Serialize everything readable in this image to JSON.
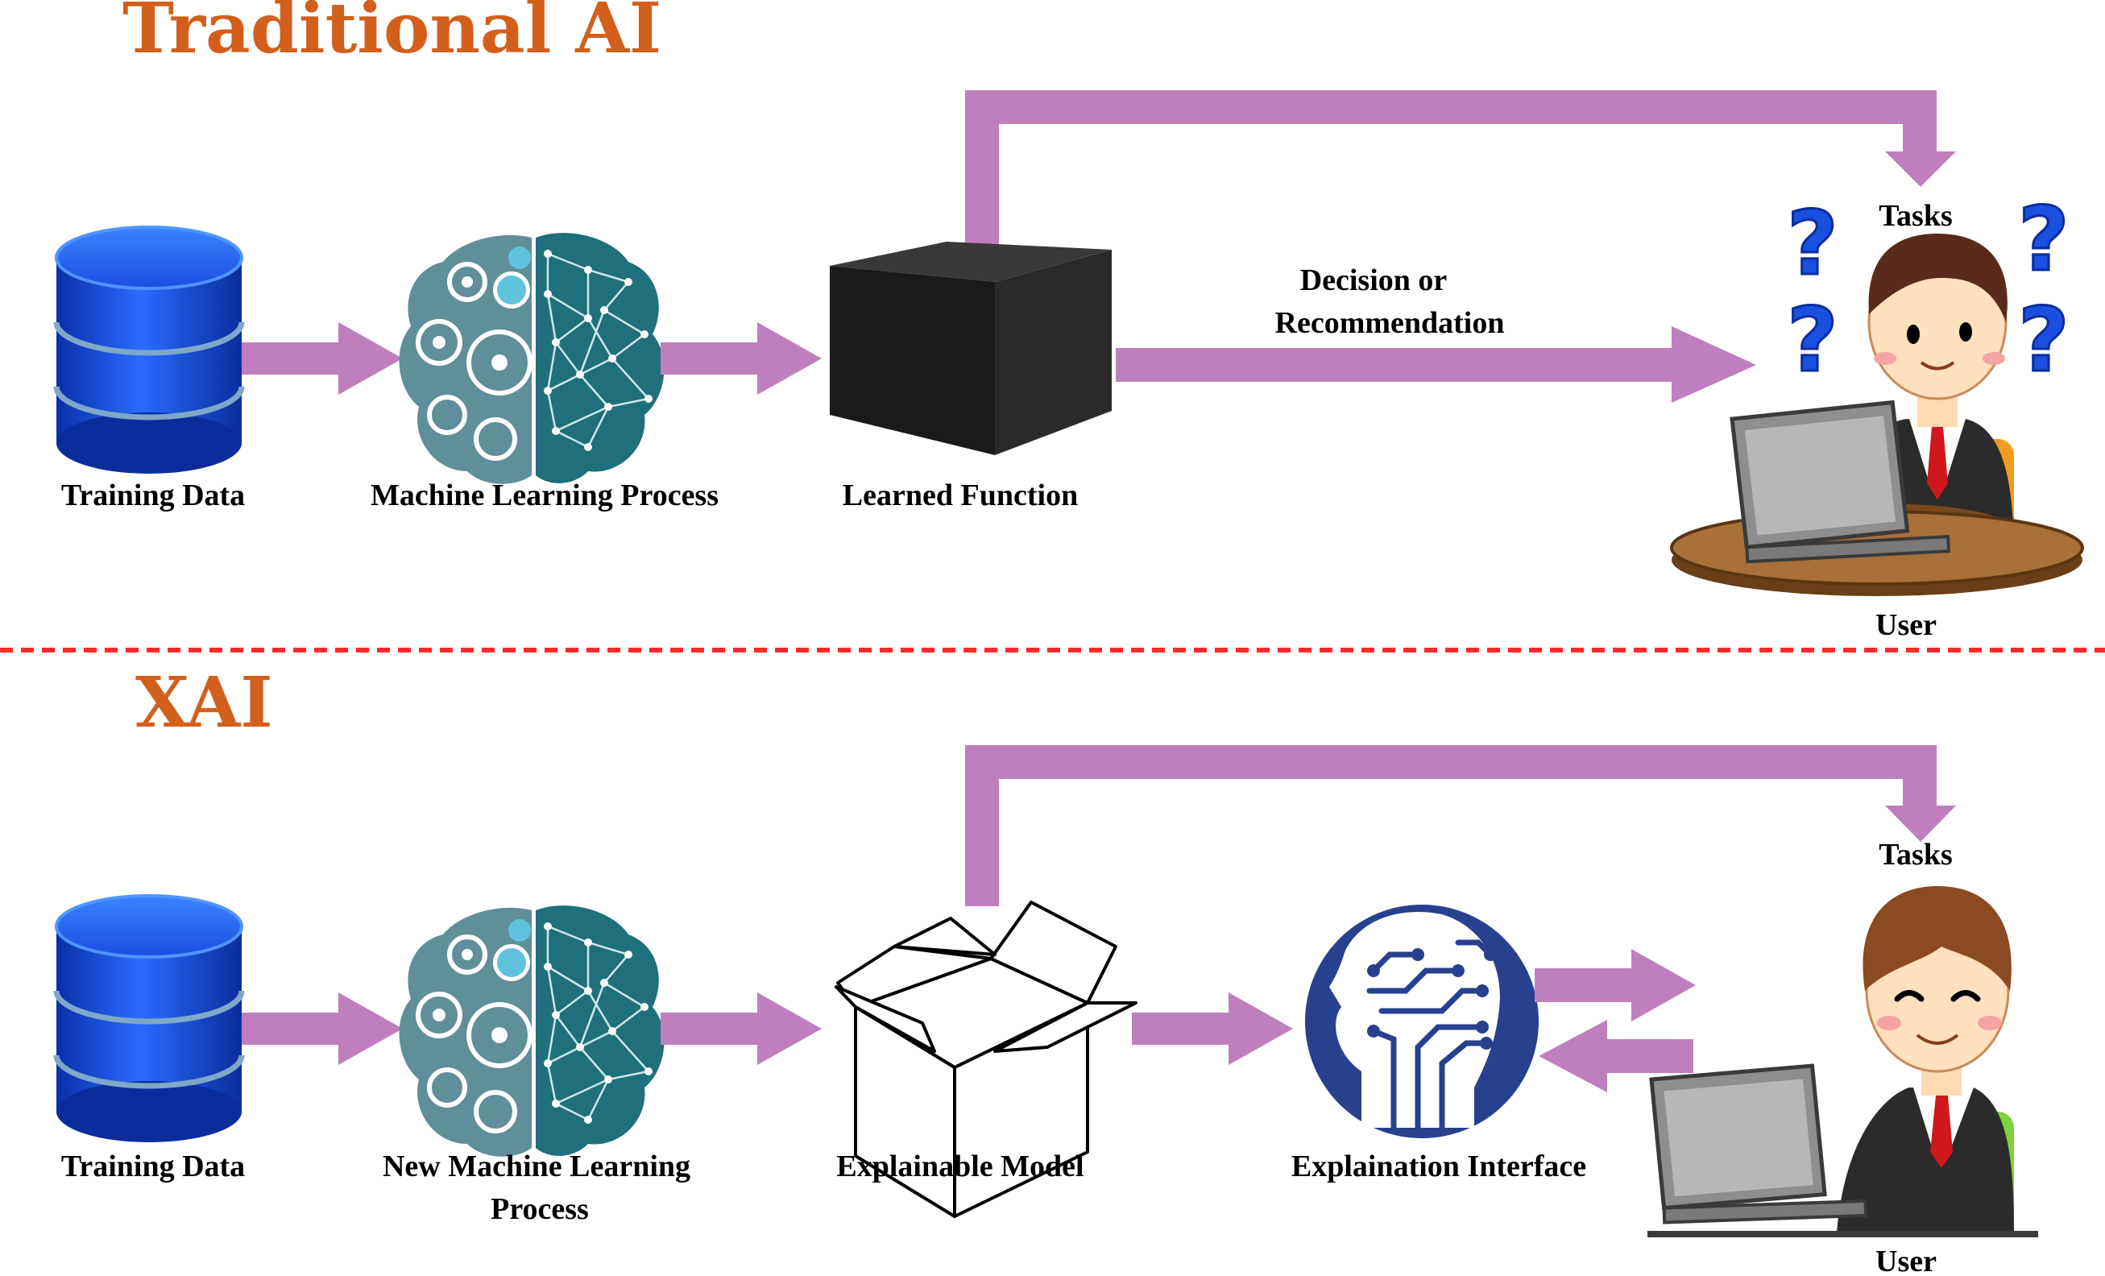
{
  "colors": {
    "accent_title": "#d35f1c",
    "arrow": "#bf7fbf",
    "divider": "#ff2a2a",
    "database_blue": "#1a4fe0",
    "brain_teal": "#1f6f7c",
    "xai_icon_blue": "#27418f",
    "black_box": "#1b1a1a"
  },
  "traditional": {
    "title": "Traditional AI",
    "training_data": "Training Data",
    "ml_process": "Machine Learning Process",
    "learned_function": "Learned Function",
    "decision_line1": "Decision or",
    "decision_line2": "Recommendation",
    "tasks": "Tasks",
    "user": "User",
    "question_mark": "?"
  },
  "xai": {
    "title": "XAI",
    "training_data": "Training Data",
    "ml_process_line1": "New Machine Learning",
    "ml_process_line2": "Process",
    "explainable_model": "Explainable Model",
    "explanation_interface": "Explaination Interface",
    "tasks": "Tasks",
    "user": "User"
  },
  "icons": [
    "database-icon",
    "brain-gears-icon",
    "black-box-icon",
    "open-box-icon",
    "ai-head-icon",
    "confused-user-icon",
    "happy-user-icon",
    "laptop-icon"
  ]
}
